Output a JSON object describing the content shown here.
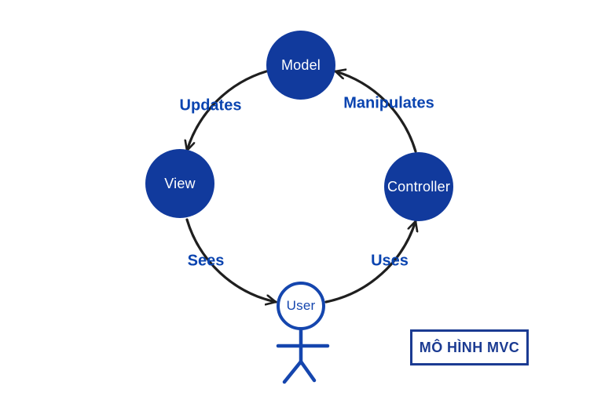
{
  "diagram": {
    "type": "cycle-diagram",
    "title_box": {
      "label": "MÔ HÌNH MVC"
    },
    "nodes": [
      {
        "id": "model",
        "label": "Model",
        "style": "filled",
        "position": "top"
      },
      {
        "id": "view",
        "label": "View",
        "style": "filled",
        "position": "left"
      },
      {
        "id": "controller",
        "label": "Controller",
        "style": "filled",
        "position": "right"
      },
      {
        "id": "user",
        "label": "User",
        "style": "outlined-stick-figure",
        "position": "bottom"
      }
    ],
    "edges": [
      {
        "id": "updates",
        "label": "Updates",
        "from": "model",
        "to": "view"
      },
      {
        "id": "manipulates",
        "label": "Manipulates",
        "from": "controller",
        "to": "model"
      },
      {
        "id": "sees",
        "label": "Sees",
        "from": "view",
        "to": "user"
      },
      {
        "id": "uses",
        "label": "Uses",
        "from": "user",
        "to": "controller"
      }
    ],
    "colors": {
      "background": "#ffffff",
      "node_fill": "#113a9d",
      "node_text": "#ffffff",
      "edge_label": "#0a44b0",
      "user_stroke": "#1546ae",
      "box_blue": "#1b3b92",
      "arrow": "#1f1f1f"
    }
  }
}
